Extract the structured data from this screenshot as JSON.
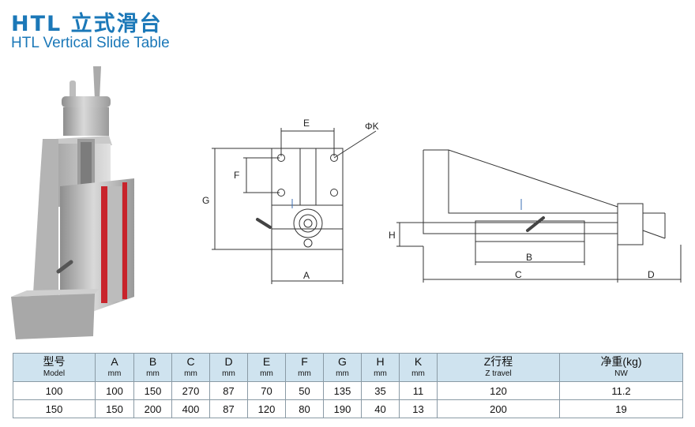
{
  "header": {
    "title_cn": "HTL 立式滑台",
    "title_en": "HTL  Vertical Slide Table"
  },
  "drawing_labels": {
    "front": {
      "E": "E",
      "K": "ΦK",
      "F": "F",
      "G": "G",
      "A": "A"
    },
    "side": {
      "H": "H",
      "B": "B",
      "C": "C",
      "D": "D"
    }
  },
  "table": {
    "columns": [
      {
        "main": "型号",
        "sub": "Model"
      },
      {
        "main": "A",
        "sub": "mm"
      },
      {
        "main": "B",
        "sub": "mm"
      },
      {
        "main": "C",
        "sub": "mm"
      },
      {
        "main": "D",
        "sub": "mm"
      },
      {
        "main": "E",
        "sub": "mm"
      },
      {
        "main": "F",
        "sub": "mm"
      },
      {
        "main": "G",
        "sub": "mm"
      },
      {
        "main": "H",
        "sub": "mm"
      },
      {
        "main": "K",
        "sub": "mm"
      },
      {
        "main": "Z行程",
        "sub": "Z travel"
      },
      {
        "main": "净重(kg)",
        "sub": "NW"
      }
    ],
    "rows": [
      [
        "100",
        "100",
        "150",
        "270",
        "87",
        "70",
        "50",
        "135",
        "35",
        "11",
        "120",
        "11.2"
      ],
      [
        "150",
        "150",
        "200",
        "400",
        "87",
        "120",
        "80",
        "190",
        "40",
        "13",
        "200",
        "19"
      ]
    ]
  },
  "colors": {
    "title": "#1b78b8",
    "table_header_bg": "#cfe3ef",
    "red_gib": "#c8242c"
  }
}
